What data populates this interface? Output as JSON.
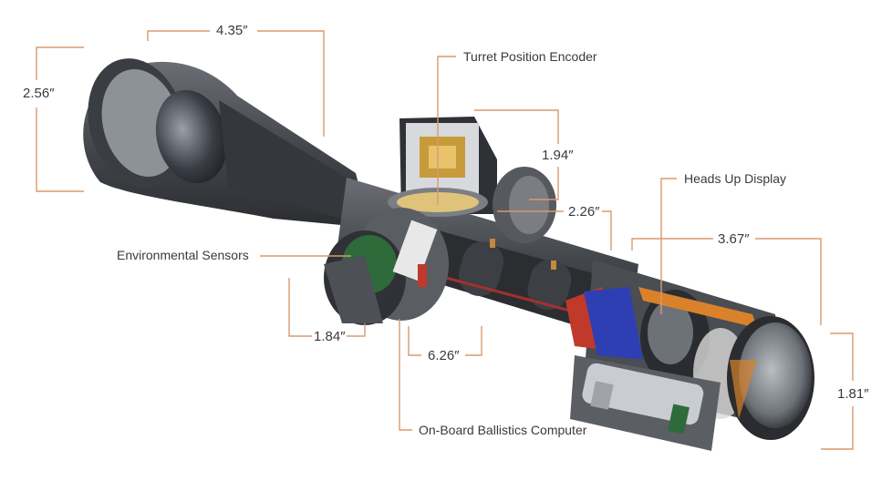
{
  "callouts": {
    "turret_encoder": "Turret Position Encoder",
    "heads_up_display": "Heads Up Display",
    "environmental_sensors": "Environmental Sensors",
    "ballistics_computer": "On-Board Ballistics Computer"
  },
  "dimensions": {
    "objective_length": "4.35″",
    "objective_height": "2.56″",
    "turret_height": "1.94″",
    "turret_width": "2.26″",
    "eyepiece_length": "3.67″",
    "eyepiece_height": "1.81″",
    "sensor_width": "1.84″",
    "tube_length": "6.26″"
  },
  "colors": {
    "dimension_line": "#d99a6f",
    "text": "#3a3a3a",
    "scope_body": "#4a4d52",
    "scope_dark": "#2a2c30",
    "accent_red": "#c0392b",
    "accent_blue": "#2e3fb3",
    "accent_orange": "#d9822b",
    "circuit_green": "#2f6b3a"
  }
}
